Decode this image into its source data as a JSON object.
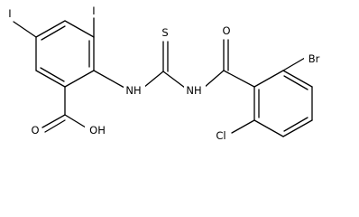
{
  "molecule": {
    "atom_labels": {
      "iodine_top_left": "I",
      "iodine_top_right": "I",
      "carboxyl_oxygen": "O",
      "hydroxyl": "OH",
      "amine_left": "NH",
      "thione_sulfur": "S",
      "amine_right": "NH",
      "carbonyl_oxygen": "O",
      "bromine": "Br",
      "chlorine": "Cl"
    }
  }
}
